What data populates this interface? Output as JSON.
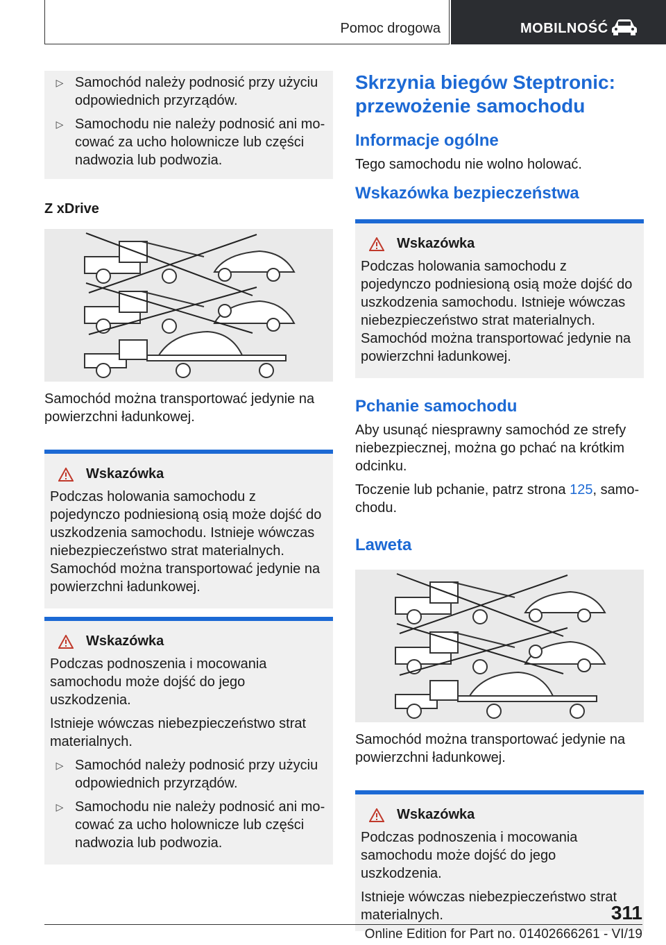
{
  "header": {
    "section": "Pomoc drogowa",
    "chapter": "MOBILNOŚĆ",
    "icon": "car-icon"
  },
  "left": {
    "top_box": {
      "bullets": [
        "Samochód należy podnosić przy użyciu odpowiednich przyrządów.",
        "Samochodu nie należy podnosić ani mo­cować za ucho holownicze lub części nad­wozia lub podwozia."
      ]
    },
    "xdrive_heading": "Z xDrive",
    "figure_caption": "Samochód można transportować jedynie na po­wierzchni ładunkowej.",
    "warning1": {
      "title": "Wskazówka",
      "text": "Podczas holowania samochodu z pojedynczo podniesioną osią może dojść do uszkodzenia samochodu. Istnieje wówczas niebezpieczeń­stwo strat materialnych. Samochód można transportować jedynie na powierzchni ładunko­wej."
    },
    "warning2": {
      "title": "Wskazówka",
      "p1": "Podczas podnoszenia i mocowania samochodu może dojść do jego uszkodzenia.",
      "p2": "Istnieje wówczas niebezpieczeństwo strat ma­terialnych.",
      "bullets": [
        "Samochód należy podnosić przy użyciu odpowiednich przyrządów.",
        "Samochodu nie należy podnosić ani mo­cować za ucho holownicze lub części nad­wozia lub podwozia."
      ]
    }
  },
  "right": {
    "main_heading": "Skrzynia biegów Steptronic: przewożenie samochodu",
    "general_heading": "Informacje ogólne",
    "general_text": "Tego samochodu nie wolno holować.",
    "safety_heading": "Wskazówka bezpieczeństwa",
    "warning1": {
      "title": "Wskazówka",
      "text": "Podczas holowania samochodu z pojedynczo podniesioną osią może dojść do uszkodzenia samochodu. Istnieje wówczas niebezpieczeń­stwo strat materialnych. Samochód można transportować jedynie na powierzchni ładunko­wej."
    },
    "push_heading": "Pchanie samochodu",
    "push_text": "Aby usunąć niesprawny samochód ze strefy nie­bezpiecznej, można go pchać na krótkim od­cinku.",
    "push_ref_before": "Toczenie lub pchanie, patrz strona ",
    "push_ref_link": "125",
    "push_ref_after": ", samo­chodu.",
    "laweta_heading": "Laweta",
    "figure_caption": "Samochód można transportować jedynie na po­wierzchni ładunkowej.",
    "warning2": {
      "title": "Wskazówka",
      "p1": "Podczas podnoszenia i mocowania samochodu może dojść do jego uszkodzenia.",
      "p2": "Istnieje wówczas niebezpieczeństwo strat ma­terialnych."
    }
  },
  "footer": {
    "page_number": "311",
    "edition": "Online Edition for Part no. 01402666261 - VI/19"
  },
  "colors": {
    "accent": "#1c69d4",
    "header_dark": "#2b2d31",
    "box_gray": "#f0f0f0"
  }
}
